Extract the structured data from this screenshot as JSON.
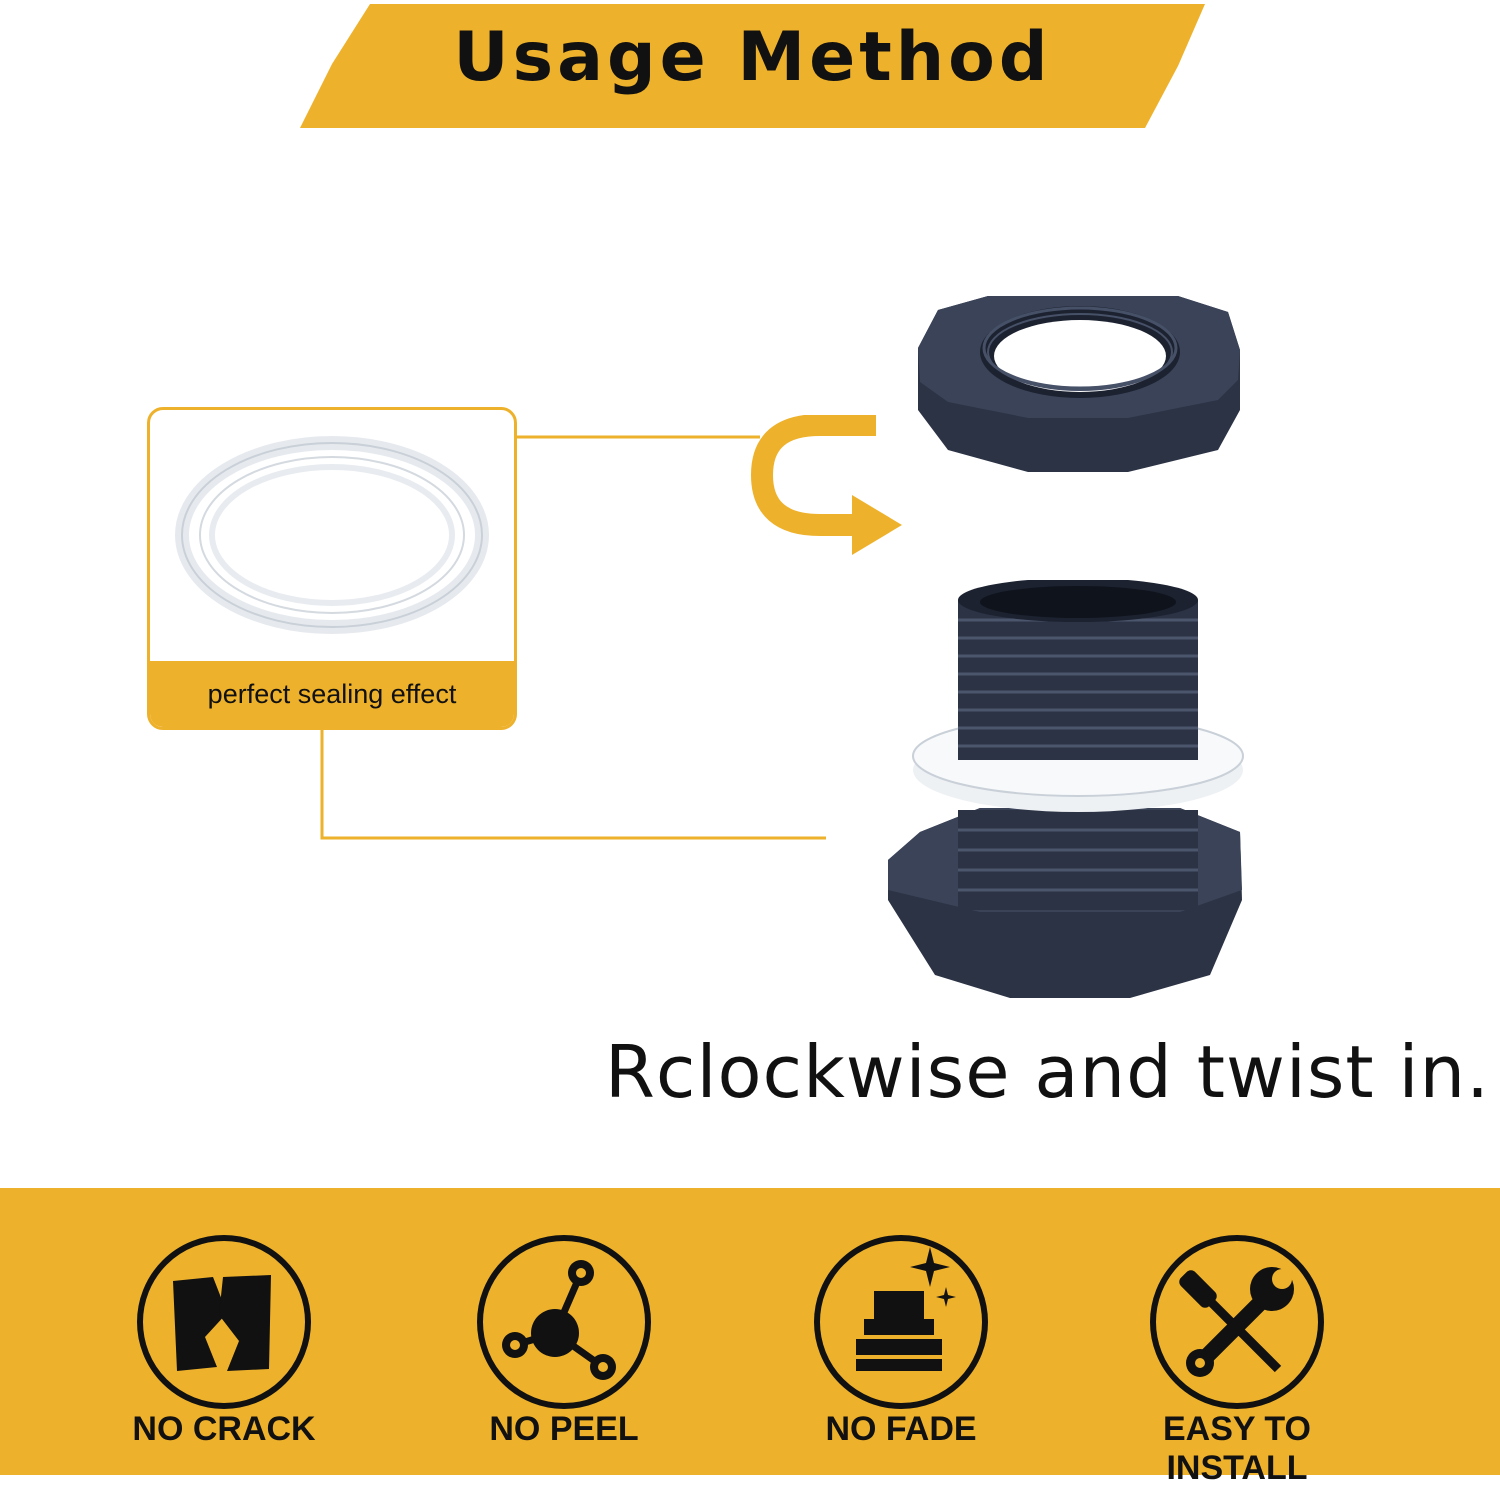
{
  "header": {
    "title": "Usage Method"
  },
  "seal_callout": {
    "label": "perfect sealing effect"
  },
  "caption": "Rclockwise and twist in.",
  "colors": {
    "accent": "#EEB12B",
    "part_dark": "#2B3345",
    "text": "#111111"
  },
  "features": [
    {
      "label": "NO CRACK",
      "icon": "crack-panel-icon"
    },
    {
      "label": "NO PEEL",
      "icon": "molecule-icon"
    },
    {
      "label": "NO FADE",
      "icon": "sparkle-fitting-icon"
    },
    {
      "label": "EASY TO INSTALL",
      "icon": "wrench-screwdriver-icon"
    }
  ]
}
